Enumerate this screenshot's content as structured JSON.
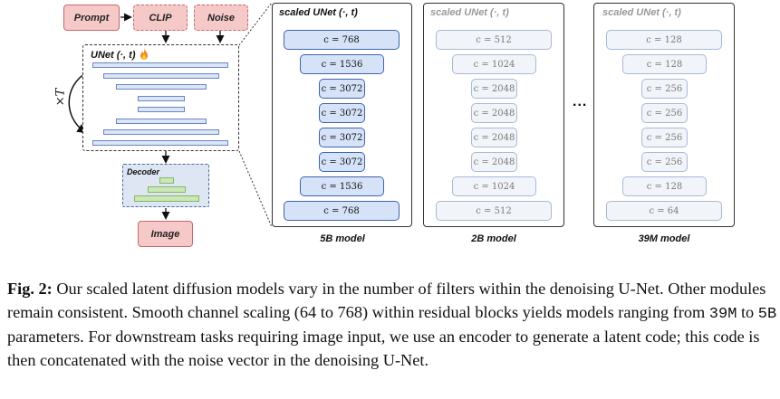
{
  "inputs": {
    "prompt": "Prompt",
    "clip": "CLIP",
    "noise": "Noise"
  },
  "unet": {
    "title": "UNet (·, t)",
    "fire_icon": "fire-icon",
    "repeat_label": "×T"
  },
  "decoder": {
    "title": "Decoder"
  },
  "output": {
    "image": "Image"
  },
  "ellipsis": "...",
  "panels": [
    {
      "title": "scaled UNet (·, t)",
      "model": "5B model",
      "highlighted": true,
      "blocks": [
        "c = 768",
        "c = 1536",
        "c = 3072",
        "c = 3072",
        "c = 3072",
        "c = 3072",
        "c = 1536",
        "c = 768"
      ]
    },
    {
      "title": "scaled UNet (·, t)",
      "model": "2B model",
      "highlighted": false,
      "blocks": [
        "c = 512",
        "c = 1024",
        "c = 2048",
        "c = 2048",
        "c = 2048",
        "c = 2048",
        "c = 1024",
        "c = 512"
      ]
    },
    {
      "title": "scaled UNet (·, t)",
      "model": "39M model",
      "highlighted": false,
      "blocks": [
        "c = 128",
        "c = 128",
        "c = 256",
        "c = 256",
        "c = 256",
        "c = 256",
        "c = 128",
        "c = 64"
      ]
    }
  ],
  "caption": {
    "label": "Fig. 2:",
    "text_1": " Our scaled latent diffusion models vary in the number of filters within the denoising U-Net. Other modules remain consistent. Smooth channel scaling (64 to 768) within residual blocks yields models ranging from ",
    "code_1": "39M",
    "text_2": " to ",
    "code_2": "5B",
    "text_3": " parameters. For downstream tasks requiring image input, we use an encoder to generate a latent code; this code is then concatenated with the noise vector in the denoising U-Net."
  },
  "colors": {
    "input_fill": "#f6c9c9",
    "input_border": "#c86868",
    "unet_bar_fill": "#dbe5f6",
    "unet_bar_border": "#6a86c2",
    "decoder_bar_fill": "#c9e8b6",
    "decoder_fill": "#dde6f2",
    "active_block_border": "#3f64ad",
    "dim_block_border": "#a9b9d6"
  }
}
